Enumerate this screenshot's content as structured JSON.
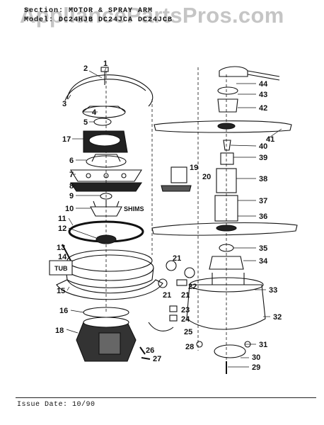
{
  "header": {
    "line1": "Section: MOTOR & SPRAY ARM",
    "line2": "Model: DC24HJB  DC24JCA  DC24JCB"
  },
  "watermark": "AppliancePartsPros.com",
  "diagram": {
    "labels": [
      "1",
      "2",
      "3",
      "4",
      "5",
      "6",
      "7",
      "8",
      "9",
      "10",
      "11",
      "12",
      "13",
      "14",
      "15",
      "16",
      "17",
      "18",
      "19",
      "20",
      "21",
      "21",
      "21",
      "22",
      "23",
      "24",
      "25",
      "26",
      "27",
      "28",
      "29",
      "30",
      "31",
      "32",
      "33",
      "34",
      "35",
      "36",
      "37",
      "38",
      "39",
      "40",
      "41",
      "42",
      "43",
      "44"
    ],
    "callouts": {
      "shims": "SHIMS",
      "tub": "TUB"
    }
  },
  "footer": {
    "issue": "Issue Date: 10/90"
  },
  "colors": {
    "ink": "#111111",
    "paper": "#ffffff",
    "watermark": "#969696"
  }
}
